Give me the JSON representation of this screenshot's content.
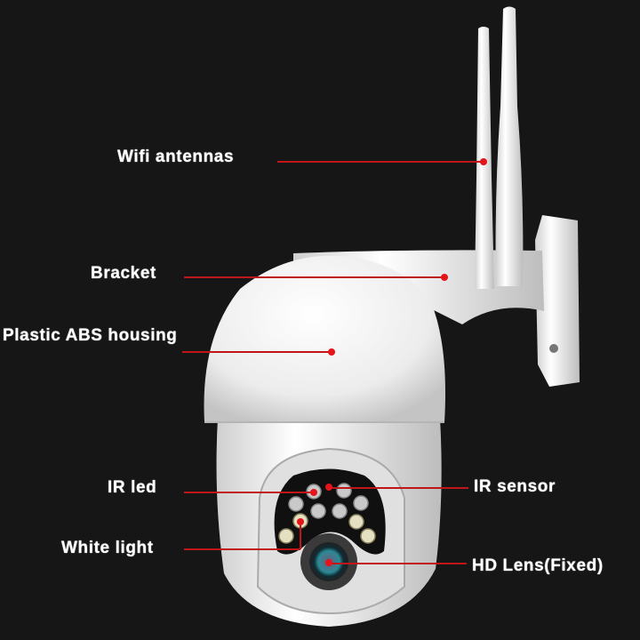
{
  "product": {
    "type": "PTZ wifi dome camera",
    "colors": {
      "background": "#161616",
      "housing": "#f2f2f2",
      "callout": "#e5141b",
      "text": "#ffffff"
    }
  },
  "callouts": [
    {
      "label": "Wifi antennas",
      "side": "left"
    },
    {
      "label": "Bracket",
      "side": "left"
    },
    {
      "label": "Plastic ABS housing",
      "side": "left"
    },
    {
      "label": "IR led",
      "side": "left"
    },
    {
      "label": "IR sensor",
      "side": "right"
    },
    {
      "label": "White light",
      "side": "left"
    },
    {
      "label": "HD Lens(Fixed)",
      "side": "right"
    }
  ]
}
